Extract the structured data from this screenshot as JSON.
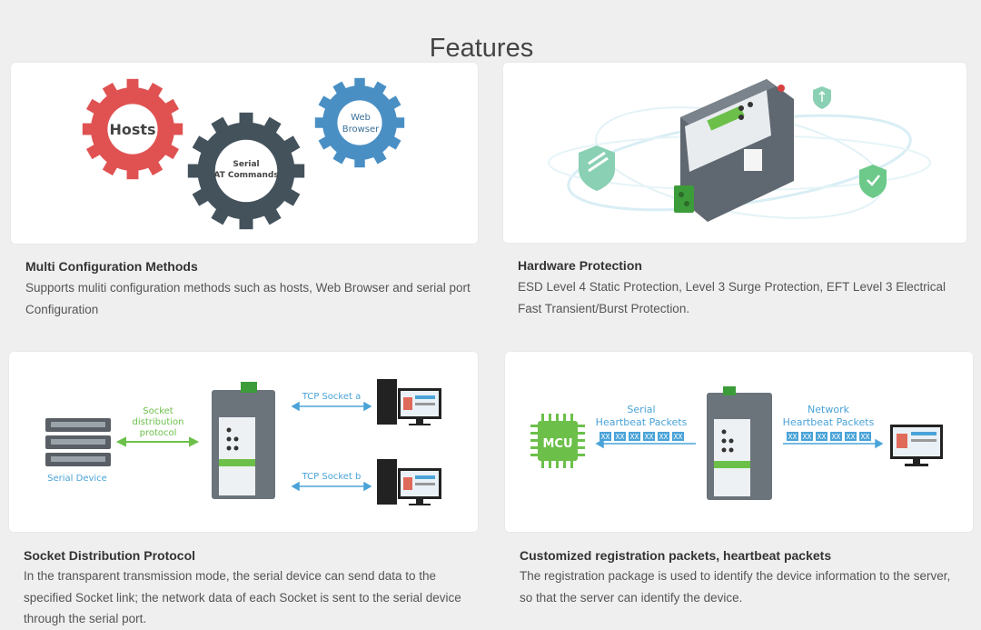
{
  "page": {
    "title": "Features"
  },
  "colors": {
    "background": "#efefef",
    "card": "#ffffff",
    "gear_red": "#e05252",
    "gear_dark": "#44525c",
    "gear_blue": "#4a8fc4",
    "accent_green": "#6cc04a",
    "arrow_blue": "#4aa3d8",
    "device_grey": "#5f6770"
  },
  "features": [
    {
      "title": "Multi Configuration Methods",
      "description": "Supports muliti configuration methods such as hosts, Web Browser and serial port Configuration",
      "image": {
        "gear_hosts": "Hosts",
        "gear_serial_line1": "Serial",
        "gear_serial_line2": "AT Commands",
        "gear_web_line1": "Web",
        "gear_web_line2": "Browser"
      }
    },
    {
      "title": "Hardware Protection",
      "description": "ESD Level 4 Static Protection, Level 3 Surge Protection, EFT Level 3 Electrical Fast Transient/Burst Protection.",
      "image": {
        "icons": [
          "shield-check-icon",
          "shield-check-icon",
          "shield-arrow-icon"
        ]
      }
    },
    {
      "title": "Socket Distribution Protocol",
      "description": "In the transparent transmission mode, the serial device can send data to the specified Socket link; the network data of each Socket is sent to the serial device through the serial port.",
      "image": {
        "arrow_label_line1": "Socket",
        "arrow_label_line2": "distribution",
        "arrow_label_line3": "protocol",
        "serial_device_label": "Serial Device",
        "socket_a_label": "TCP Socket a",
        "socket_b_label": "TCP Socket b"
      }
    },
    {
      "title": "Customized registration packets, heartbeat packets",
      "description": "The registration package is used to identify the device information to the server, so that the server can identify the device.",
      "image": {
        "mcu_label": "MCU",
        "left_label_line1": "Serial",
        "left_label_line2": "Heartbeat Packets",
        "right_label_line1": "Network",
        "right_label_line2": "Heartbeat Packets",
        "packet_cell": "XX"
      }
    }
  ]
}
